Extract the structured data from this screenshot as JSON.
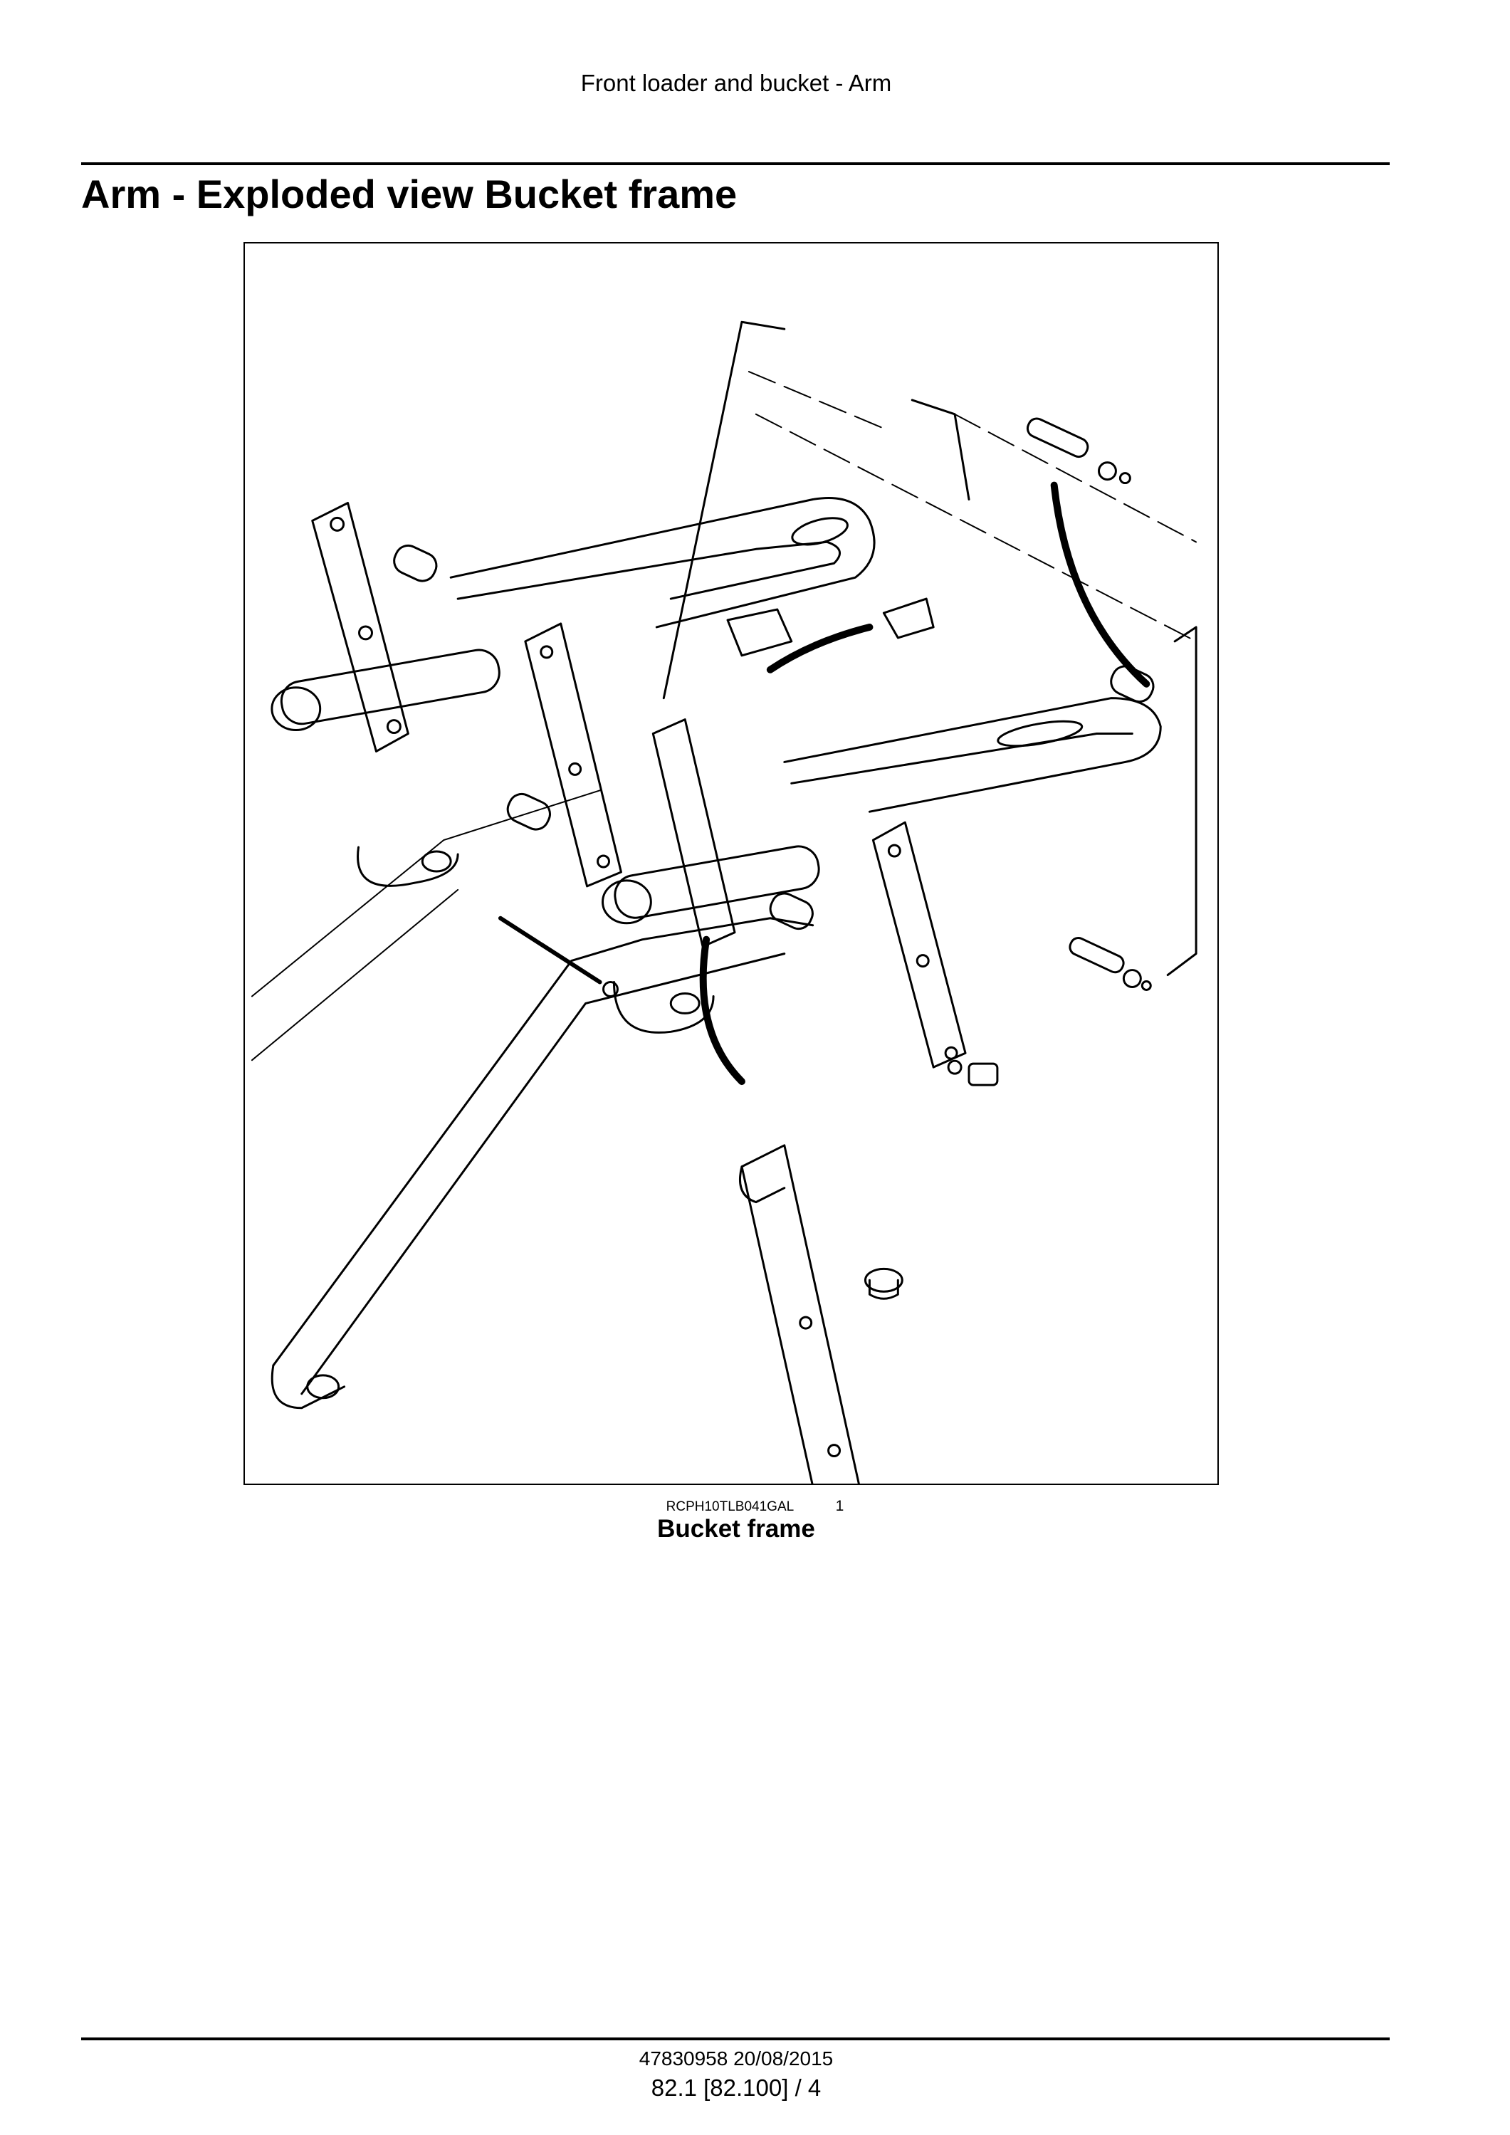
{
  "header": {
    "running_title": "Front loader and bucket - Arm"
  },
  "section": {
    "title": "Arm - Exploded view Bucket frame"
  },
  "figure": {
    "image_ref": "RCPH10TLB041GAL",
    "number": "1",
    "caption": "Bucket frame"
  },
  "footer": {
    "doc_info": "47830958 20/08/2015",
    "page": "82.1 [82.100] / 4"
  }
}
